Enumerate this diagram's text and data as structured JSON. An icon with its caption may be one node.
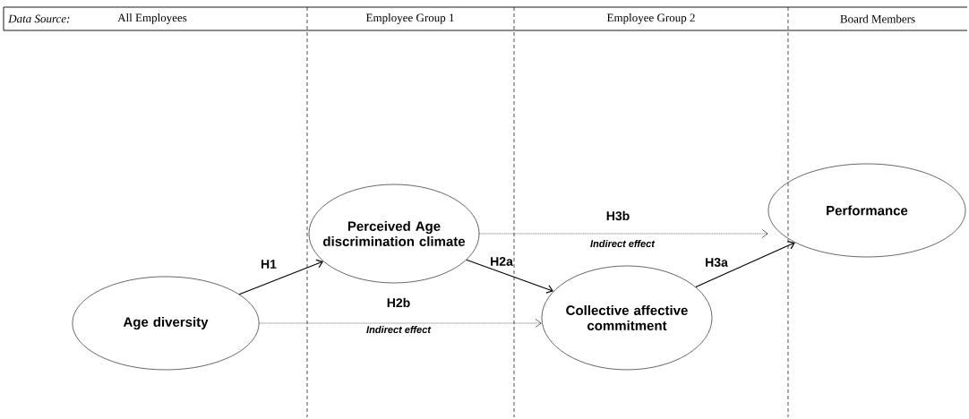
{
  "diagram": {
    "nodes": [
      {
        "text": [
          "Age diversity"
        ]
      },
      {
        "text": [
          "Perceived Age discrimination climate"
        ]
      },
      {
        "text": [
          "Collective affective commitment"
        ]
      },
      {
        "text": [
          "Performance"
        ]
      }
    ],
    "edges": [
      {
        "from": 0,
        "to": 1,
        "arrow": "to",
        "label": "H1"
      },
      {
        "from": 1,
        "to": 2,
        "arrow": "to",
        "label": "H2a"
      },
      {
        "from": 2,
        "to": 3,
        "arrow": "to",
        "label": "H3a"
      },
      {
        "from": 0,
        "to": 2,
        "arrow": "to",
        "label": "H2b",
        "style": "dashed"
      },
      {
        "from": 1,
        "to": 3,
        "arrow": "to",
        "label": "H3b",
        "style": "dashed"
      }
    ],
    "labels": [
      "Data Source:",
      "All Employees",
      "Employee Group 1",
      "Employee Group 2",
      "Board Members",
      "Indirect effect",
      "Indirect effect"
    ]
  }
}
